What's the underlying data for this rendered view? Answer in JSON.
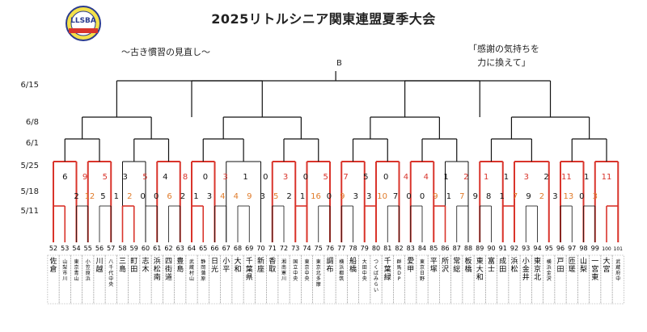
{
  "header": {
    "title": "2025リトルシニア関東連盟夏季大会",
    "logo_text": "LLSBA",
    "slogan_left": "～古き慣習の見直し～",
    "slogan_right": [
      "「感謝の気持ちを",
      "力に換えて」"
    ]
  },
  "final_label": "B",
  "round_labels": [
    "6/15",
    "6/8",
    "6/1",
    "5/25",
    "5/18",
    "5/11"
  ],
  "colors": {
    "winner_line": "#d9342b",
    "line": "#111111",
    "score_black": "#111111",
    "score_red": "#d9342b",
    "score_orange": "#e07b2a"
  },
  "teams": [
    {
      "num": "52",
      "name": "佐倉"
    },
    {
      "num": "53",
      "name": "山梨市川"
    },
    {
      "num": "54",
      "name": "東京青山"
    },
    {
      "num": "55",
      "name": "小笠原浜"
    },
    {
      "num": "56",
      "name": "川越"
    },
    {
      "num": "57",
      "name": "八千代中央"
    },
    {
      "num": "58",
      "name": "三島"
    },
    {
      "num": "59",
      "name": "町田"
    },
    {
      "num": "60",
      "name": "志木"
    },
    {
      "num": "61",
      "name": "浜松南"
    },
    {
      "num": "62",
      "name": "四街道"
    },
    {
      "num": "63",
      "name": "豊島"
    },
    {
      "num": "64",
      "name": "武蔵村山"
    },
    {
      "num": "65",
      "name": "静岡蒲原"
    },
    {
      "num": "66",
      "name": "日光"
    },
    {
      "num": "67",
      "name": "小平"
    },
    {
      "num": "68",
      "name": "大和"
    },
    {
      "num": "69",
      "name": "千葉県"
    },
    {
      "num": "70",
      "name": "新座"
    },
    {
      "num": "71",
      "name": "香取"
    },
    {
      "num": "72",
      "name": "湘南寒川"
    },
    {
      "num": "73",
      "name": "国立中央"
    },
    {
      "num": "74",
      "name": "東京中央"
    },
    {
      "num": "75",
      "name": "東京北多摩"
    },
    {
      "num": "76",
      "name": "調布"
    },
    {
      "num": "77",
      "name": "横浜都筑"
    },
    {
      "num": "78",
      "name": "船橋"
    },
    {
      "num": "79",
      "name": "大田中央"
    },
    {
      "num": "80",
      "name": "つくばみらい"
    },
    {
      "num": "81",
      "name": "千葉緑"
    },
    {
      "num": "82",
      "name": "群馬DP"
    },
    {
      "num": "83",
      "name": "愛甲"
    },
    {
      "num": "84",
      "name": "東京日野"
    },
    {
      "num": "85",
      "name": "平塚"
    },
    {
      "num": "86",
      "name": "所沢"
    },
    {
      "num": "87",
      "name": "常総"
    },
    {
      "num": "88",
      "name": "板橋"
    },
    {
      "num": "89",
      "name": "東大和"
    },
    {
      "num": "90",
      "name": "富士"
    },
    {
      "num": "91",
      "name": "成田"
    },
    {
      "num": "92",
      "name": "浜松"
    },
    {
      "num": "93",
      "name": "小金井"
    },
    {
      "num": "94",
      "name": "東京北"
    },
    {
      "num": "95",
      "name": "横浜金沢"
    },
    {
      "num": "96",
      "name": "戸田"
    },
    {
      "num": "97",
      "name": "匝瑳"
    },
    {
      "num": "98",
      "name": "山梨"
    },
    {
      "num": "99",
      "name": "一宮東"
    },
    {
      "num": "100",
      "name": "大宮"
    },
    {
      "num": "101",
      "name": "武蔵府中"
    }
  ],
  "scores": [
    {
      "t": "6",
      "c": "black"
    },
    {
      "t": "9",
      "c": "red"
    },
    {
      "t": "5",
      "c": "red"
    },
    {
      "t": "3",
      "c": "black"
    },
    {
      "t": "5",
      "c": "red"
    },
    {
      "t": "4",
      "c": "black"
    },
    {
      "t": "8",
      "c": "red"
    },
    {
      "t": "0",
      "c": "black"
    },
    {
      "t": "3",
      "c": "red"
    },
    {
      "t": "1",
      "c": "black"
    },
    {
      "t": "0",
      "c": "black"
    },
    {
      "t": "3",
      "c": "red"
    },
    {
      "t": "0",
      "c": "black"
    },
    {
      "t": "5",
      "c": "red"
    },
    {
      "t": "7",
      "c": "red"
    },
    {
      "t": "5",
      "c": "black"
    },
    {
      "t": "0",
      "c": "black"
    },
    {
      "t": "4",
      "c": "red"
    },
    {
      "t": "4",
      "c": "red"
    },
    {
      "t": "1",
      "c": "black"
    },
    {
      "t": "2",
      "c": "red"
    },
    {
      "t": "1",
      "c": "red"
    },
    {
      "t": "1",
      "c": "black"
    },
    {
      "t": "3",
      "c": "red"
    },
    {
      "t": "2",
      "c": "black"
    },
    {
      "t": "11",
      "c": "red"
    },
    {
      "t": "1",
      "c": "black"
    },
    {
      "t": "11",
      "c": "red"
    },
    {
      "t": "2",
      "c": "black"
    },
    {
      "t": "12",
      "c": "orange"
    },
    {
      "t": "5",
      "c": "black"
    },
    {
      "t": "1",
      "c": "black"
    },
    {
      "t": "2",
      "c": "orange"
    },
    {
      "t": "0",
      "c": "black"
    },
    {
      "t": "0",
      "c": "black"
    },
    {
      "t": "6",
      "c": "orange"
    },
    {
      "t": "2",
      "c": "black"
    },
    {
      "t": "1",
      "c": "black"
    },
    {
      "t": "3",
      "c": "black"
    },
    {
      "t": "4",
      "c": "orange"
    },
    {
      "t": "4",
      "c": "orange"
    },
    {
      "t": "9",
      "c": "orange"
    },
    {
      "t": "3",
      "c": "black"
    },
    {
      "t": "5",
      "c": "orange"
    },
    {
      "t": "2",
      "c": "black"
    },
    {
      "t": "1",
      "c": "black"
    },
    {
      "t": "16",
      "c": "orange"
    },
    {
      "t": "0",
      "c": "black"
    },
    {
      "t": "9",
      "c": "orange"
    },
    {
      "t": "3",
      "c": "black"
    },
    {
      "t": "3",
      "c": "black"
    },
    {
      "t": "10",
      "c": "orange"
    },
    {
      "t": "7",
      "c": "black"
    },
    {
      "t": "0",
      "c": "black"
    },
    {
      "t": "0",
      "c": "black"
    },
    {
      "t": "9",
      "c": "orange"
    },
    {
      "t": "1",
      "c": "black"
    },
    {
      "t": "7",
      "c": "orange"
    },
    {
      "t": "9",
      "c": "black"
    },
    {
      "t": "8",
      "c": "black"
    },
    {
      "t": "1",
      "c": "black"
    },
    {
      "t": "7",
      "c": "orange"
    },
    {
      "t": "9",
      "c": "black"
    },
    {
      "t": "2",
      "c": "orange"
    },
    {
      "t": "3",
      "c": "black"
    },
    {
      "t": "13",
      "c": "orange"
    },
    {
      "t": "0",
      "c": "black"
    },
    {
      "t": "3",
      "c": "orange"
    }
  ]
}
